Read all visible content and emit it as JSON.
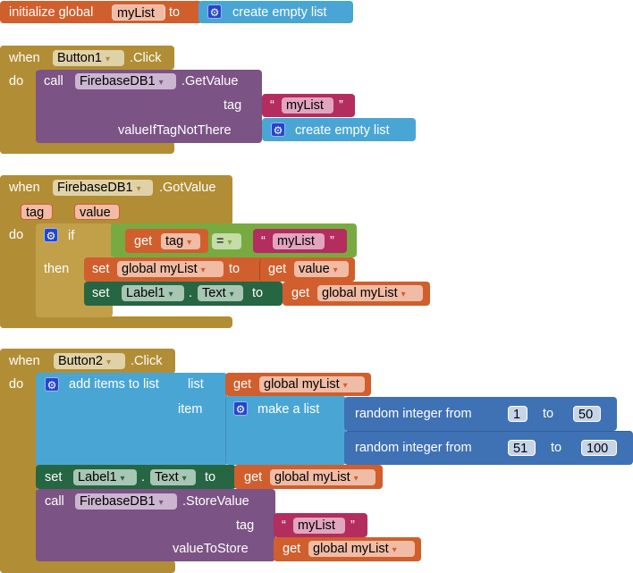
{
  "init": {
    "label": "initialize global",
    "name": "myList",
    "to": "to",
    "value": "create empty list"
  },
  "b1": {
    "when": "when",
    "component": "Button1",
    "event": ".Click",
    "do": "do",
    "call": "call",
    "db": "FirebaseDB1",
    "method": ".GetValue",
    "tag_label": "tag",
    "tag_value": "myList",
    "default_label": "valueIfTagNotThere",
    "default_value": "create empty list"
  },
  "b2": {
    "when": "when",
    "component": "FirebaseDB1",
    "event": ".GotValue",
    "param1": "tag",
    "param2": "value",
    "do": "do",
    "if": "if",
    "then": "then",
    "get": "get",
    "tag": "tag",
    "eq": "=",
    "text": "myList",
    "set": "set",
    "var": "global myList",
    "to": "to",
    "value": "value",
    "label": "Label1",
    "dot": ".",
    "prop": "Text"
  },
  "b3": {
    "when": "when",
    "component": "Button2",
    "event": ".Click",
    "do": "do",
    "add": "add items to list",
    "list": "list",
    "item": "item",
    "get": "get",
    "var": "global myList",
    "make": "make a list",
    "rand": "random integer from",
    "to": "to",
    "r1from": "1",
    "r1to": "50",
    "r2from": "51",
    "r2to": "100",
    "set": "set",
    "label": "Label1",
    "dot": ".",
    "prop": "Text",
    "call": "call",
    "db": "FirebaseDB1",
    "method": ".StoreValue",
    "tag_label": "tag",
    "tag_value": "myList",
    "store_label": "valueToStore"
  },
  "quote_open": "“",
  "quote_close": "”",
  "dropdown": "▾",
  "gear": "⚙"
}
